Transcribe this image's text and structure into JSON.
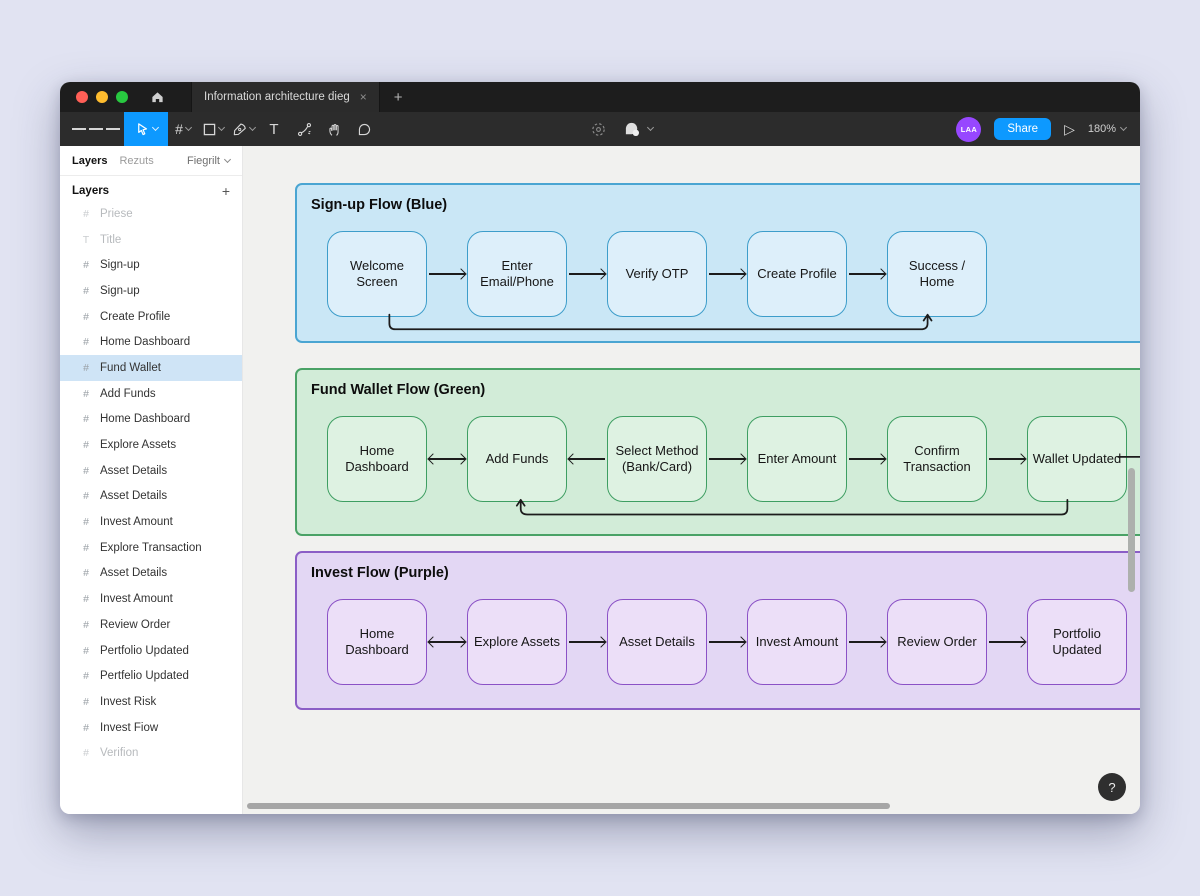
{
  "window": {
    "titlebar": {
      "tab_title": "Information architecture dieg",
      "tab_close": "×",
      "new_tab": "+"
    },
    "toolbar": {
      "tools": [
        "menu-icon",
        "move-tool",
        "frame-tool",
        "shape-tool",
        "pen-tool",
        "text-tool",
        "nodes-tool",
        "hand-tool",
        "comment-tool"
      ],
      "selected_tool": "move-tool",
      "center_icons": [
        "target-icon",
        "cursor-chat-icon"
      ],
      "avatar_initials": "LAA",
      "share_label": "Share",
      "present_glyph": "▷",
      "zoom_level": "180%"
    },
    "colors": {
      "accent_blue": "#0d99ff",
      "avatar_purple": "#9747ff",
      "titlebar": "#1d1d1d",
      "toolbar": "#2c2c2c"
    }
  },
  "icons": {
    "frame_glyph": "#",
    "text_glyph": "T",
    "help_glyph": "?"
  },
  "sidebar": {
    "tabs": [
      {
        "label": "Layers",
        "active": true
      },
      {
        "label": "Rezuts",
        "active": false
      }
    ],
    "file_dropdown": "Fiegrilt",
    "panel_title": "Layers",
    "add_button": "+",
    "items": [
      {
        "label": "Priese",
        "icon": "frame",
        "dimmed": true
      },
      {
        "label": "Title",
        "icon": "text",
        "dimmed": true
      },
      {
        "label": "Sign-up",
        "icon": "frame"
      },
      {
        "label": "Sign-up",
        "icon": "frame"
      },
      {
        "label": "Create Profile",
        "icon": "frame"
      },
      {
        "label": "Home Dashboard",
        "icon": "frame"
      },
      {
        "label": "Fund Wallet",
        "icon": "frame",
        "selected": true
      },
      {
        "label": "Add Funds",
        "icon": "frame"
      },
      {
        "label": "Home Dashboard",
        "icon": "frame"
      },
      {
        "label": "Explore Assets",
        "icon": "frame"
      },
      {
        "label": "Asset Details",
        "icon": "frame"
      },
      {
        "label": "Asset Details",
        "icon": "frame"
      },
      {
        "label": "Invest Amount",
        "icon": "frame"
      },
      {
        "label": "Explore Transaction",
        "icon": "frame"
      },
      {
        "label": "Asset Details",
        "icon": "frame"
      },
      {
        "label": "Invest Amount",
        "icon": "frame"
      },
      {
        "label": "Review Order",
        "icon": "frame"
      },
      {
        "label": "Pertfolio Updated",
        "icon": "frame"
      },
      {
        "label": "Pertfelio Updated",
        "icon": "frame"
      },
      {
        "label": "Invest Risk",
        "icon": "frame"
      },
      {
        "label": "Invest Fiow",
        "icon": "frame"
      },
      {
        "label": "Verifion",
        "icon": "frame",
        "dimmed": true
      }
    ]
  },
  "canvas": {
    "flows": [
      {
        "title": "Sign-up Flow (Blue)",
        "section_bg": "#cae7f6",
        "section_border": "#4aa5d2",
        "node_bg": "#ddeffa",
        "node_border": "#3d9dca",
        "nodes": [
          "Welcome Screen",
          "Enter Email/Phone",
          "Verify OTP",
          "Create Profile",
          "Success / Home"
        ],
        "connectors": [
          "right",
          "right",
          "right",
          "right"
        ],
        "loop": "return line from Welcome Screen bottom to Success / Home bottom (arrow up)"
      },
      {
        "title": "Fund Wallet Flow (Green)",
        "section_bg": "#d2ecd8",
        "section_border": "#4aa266",
        "node_bg": "#def2e2",
        "node_border": "#3e9e62",
        "nodes": [
          "Home Dashboard",
          "Add Funds",
          "Select Method (Bank/Card)",
          "Enter Amount",
          "Confirm Transaction",
          "Wallet Updated"
        ],
        "connectors": [
          "both",
          "left",
          "right",
          "right",
          "right"
        ],
        "loop": "return line from Wallet Updated bottom to Add Funds bottom (arrow up); trailing line exits right edge"
      },
      {
        "title": "Invest Flow (Purple)",
        "section_bg": "#e3d7f4",
        "section_border": "#8b5ec6",
        "node_bg": "#ecdff8",
        "node_border": "#8b51c6",
        "nodes": [
          "Home Dashboard",
          "Explore Assets",
          "Asset Details",
          "Invest Amount",
          "Review Order",
          "Portfolio Updated"
        ],
        "connectors": [
          "both",
          "right",
          "right",
          "right",
          "right"
        ],
        "loop": null
      }
    ],
    "help_label": "?"
  }
}
